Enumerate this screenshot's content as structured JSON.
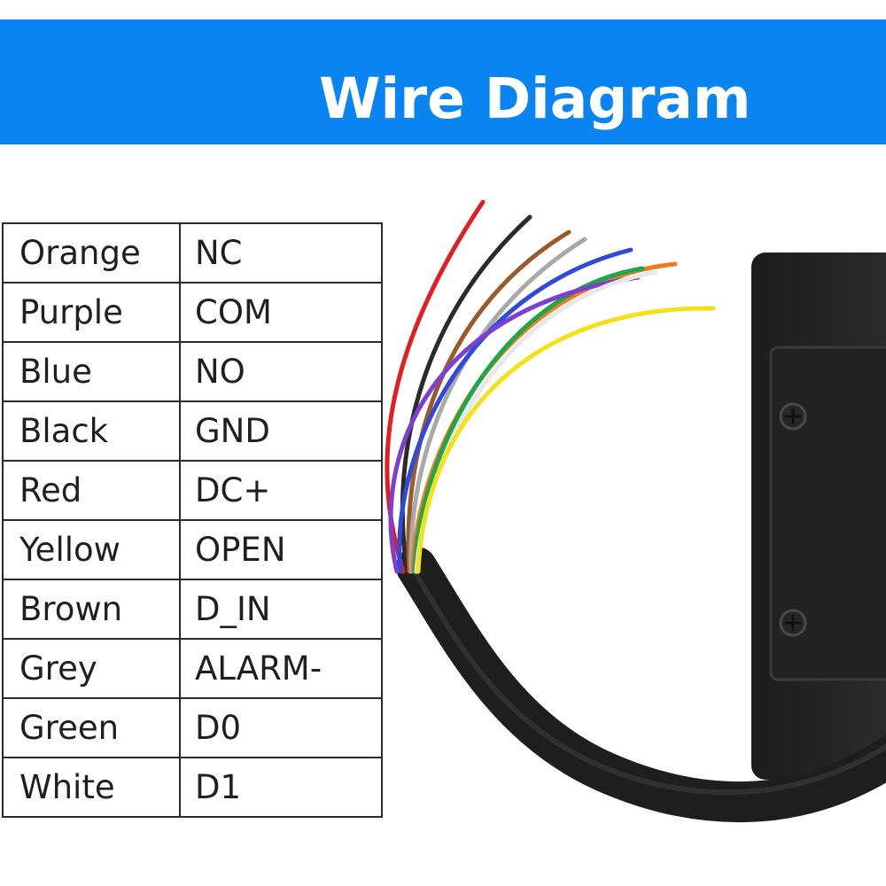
{
  "header": {
    "title": "Wire Diagram"
  },
  "colors": {
    "banner": "#0a84f0"
  },
  "wire_table": {
    "rows": [
      {
        "color": "Orange",
        "signal": "NC"
      },
      {
        "color": "Purple",
        "signal": "COM"
      },
      {
        "color": "Blue",
        "signal": "NO"
      },
      {
        "color": "Black",
        "signal": "GND"
      },
      {
        "color": "Red",
        "signal": "DC+"
      },
      {
        "color": "Yellow",
        "signal": "OPEN"
      },
      {
        "color": "Brown",
        "signal": "D_IN"
      },
      {
        "color": "Grey",
        "signal": "ALARM-"
      },
      {
        "color": "Green",
        "signal": "D0"
      },
      {
        "color": "White",
        "signal": "D1"
      }
    ]
  }
}
